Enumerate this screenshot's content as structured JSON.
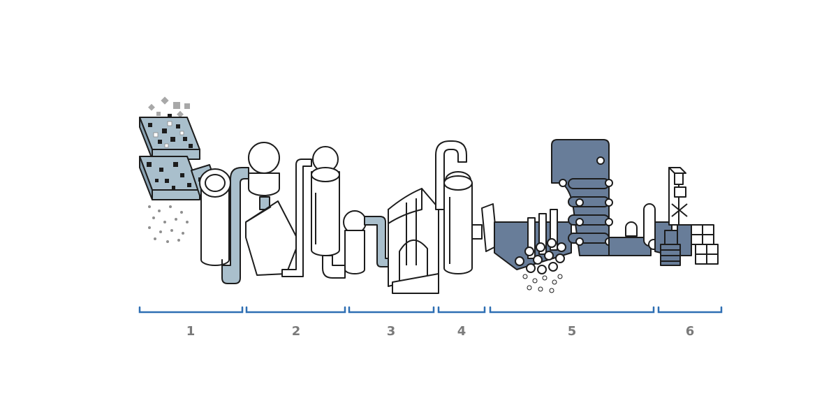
{
  "colors": {
    "background": "#ffffff",
    "outline": "#1c1c1c",
    "pipe_fill": "#a9bfcc",
    "belt_fill": "#687d99",
    "bracket": "#2e6fb3",
    "label": "#7a7a7a"
  },
  "stages": [
    {
      "label": "1"
    },
    {
      "label": "2"
    },
    {
      "label": "3"
    },
    {
      "label": "4"
    },
    {
      "label": "5"
    },
    {
      "label": "6"
    }
  ]
}
